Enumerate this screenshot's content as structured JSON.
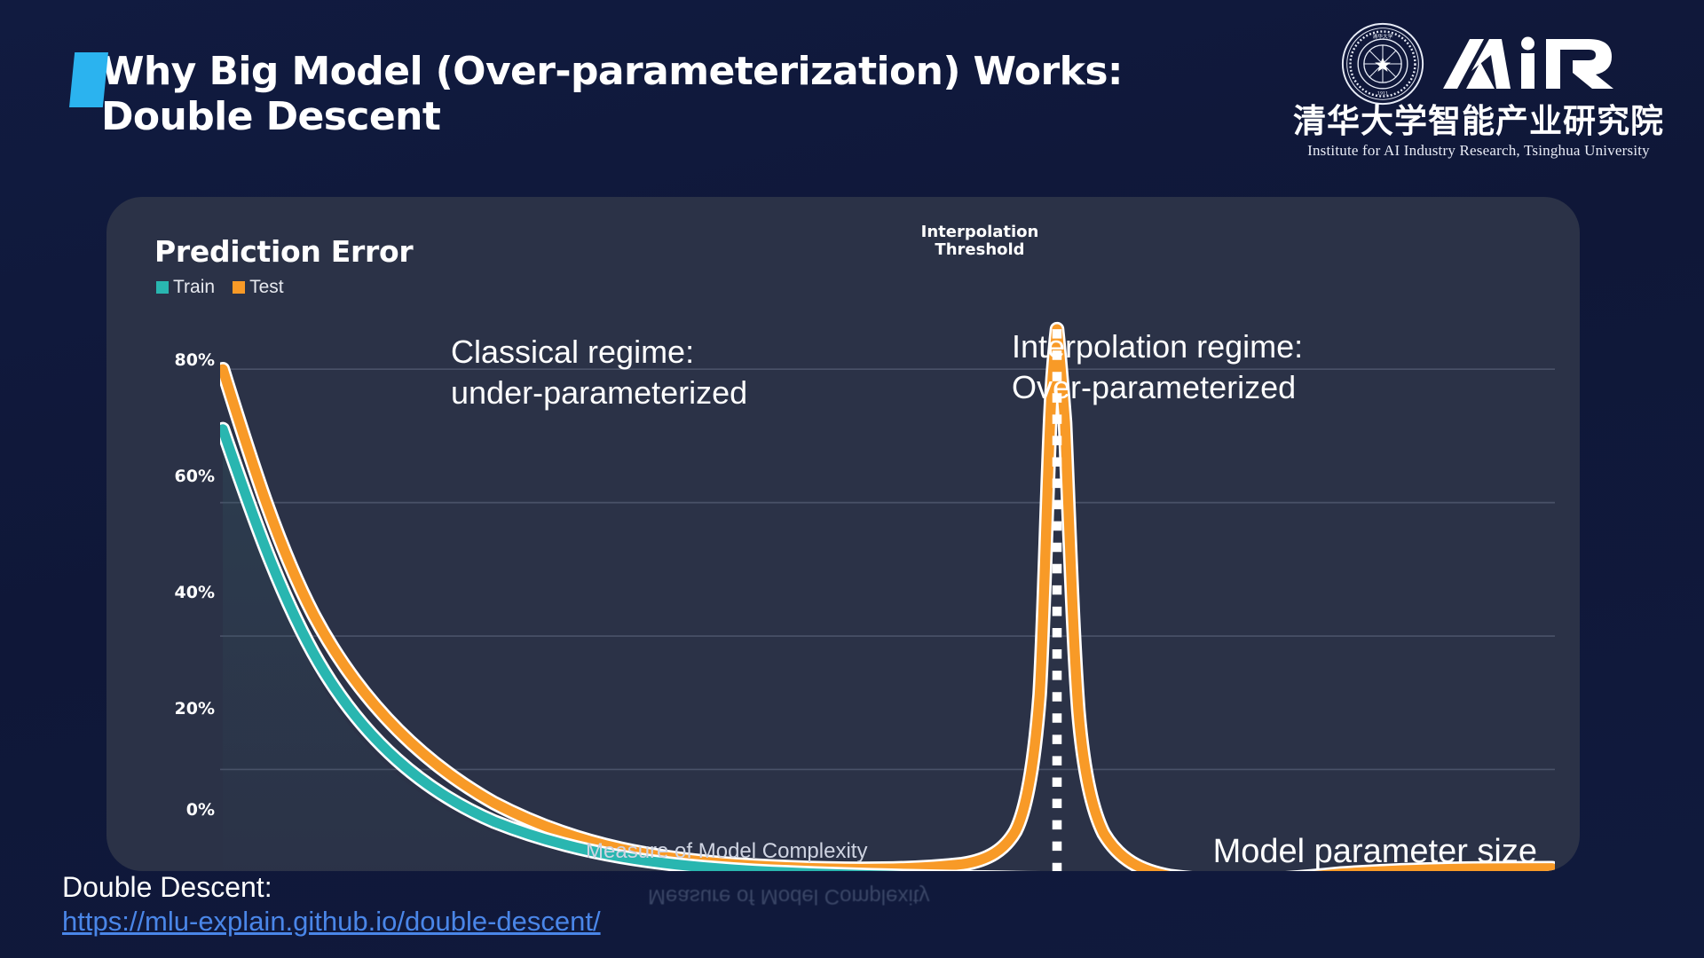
{
  "slide": {
    "title": "Why Big Model (Over-parameterization) Works:\nDouble Descent",
    "background_color": "#101a3d",
    "accent_color": "#2bb3ef"
  },
  "logo": {
    "seal_text": "TSINGHUA UNIVERSITY",
    "mark": "AiR",
    "chinese_name": "清华大学智能产业研究院",
    "english_name": "Institute for AI Industry Research,  Tsinghua University"
  },
  "chart_data": {
    "type": "line",
    "title": "Prediction Error",
    "xlabel": "Measure of Model Complexity",
    "ylabel": "",
    "ylim": [
      0,
      90
    ],
    "yticks": [
      "0%",
      "20%",
      "40%",
      "60%",
      "80%"
    ],
    "ytick_values": [
      0,
      20,
      40,
      60,
      80
    ],
    "grid": true,
    "legend_position": "top-left",
    "series": [
      {
        "name": "Train",
        "color": "#29b6b0",
        "x": [
          0,
          2,
          4,
          6,
          8,
          10,
          14,
          18,
          22,
          28,
          34,
          40,
          46,
          52,
          58,
          62,
          66,
          70,
          74,
          78,
          84,
          90,
          96,
          100
        ],
        "values": [
          71,
          58,
          47,
          38,
          31,
          26,
          18.5,
          13.5,
          10.5,
          7.8,
          6.2,
          5.2,
          4.6,
          4.2,
          4.0,
          3.9,
          3.8,
          3.7,
          3.5,
          3.3,
          3.1,
          3.0,
          2.9,
          2.8
        ]
      },
      {
        "name": "Test",
        "color": "#f89a27",
        "x": [
          0,
          2,
          4,
          6,
          8,
          10,
          14,
          18,
          22,
          28,
          34,
          40,
          46,
          52,
          56,
          58,
          60,
          61,
          62,
          63,
          64,
          65,
          66,
          68,
          72,
          76,
          82,
          88,
          94,
          100
        ],
        "values": [
          79.5,
          66,
          55,
          45.5,
          38,
          32,
          23.5,
          18,
          14.5,
          11,
          9.0,
          8.0,
          7.8,
          8.2,
          10.5,
          14,
          26,
          45,
          72,
          88,
          72,
          45,
          28,
          17,
          10.5,
          6.5,
          4.2,
          3.6,
          3.4,
          3.3
        ]
      }
    ],
    "annotations": [
      {
        "name": "interpolation-threshold",
        "text": "Interpolation\nThreshold",
        "x": 63
      },
      {
        "name": "classical-regime",
        "text": "Classical regime:\nunder-parameterized"
      },
      {
        "name": "interpolation-regime",
        "text": "Interpolation regime:\nOver-parameterized"
      }
    ],
    "threshold_line": {
      "x": 63,
      "style": "dotted",
      "color": "#ffffff"
    }
  },
  "overlay": {
    "xlabel_big": "Model parameter size",
    "reflection_text": "Measure of Model Complexity"
  },
  "caption": {
    "label": "Double Descent:",
    "link": "https://mlu-explain.github.io/double-descent/",
    "link_color": "#4a86e8"
  }
}
